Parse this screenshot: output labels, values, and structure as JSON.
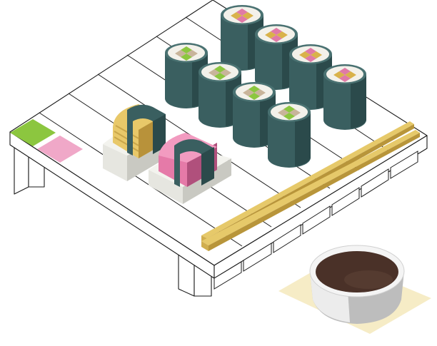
{
  "colors": {
    "board": "#ffffff",
    "board_outline": "#1a1a1a",
    "nori_front": "#3a5f60",
    "nori_side": "#2b4a4b",
    "nori_top": "#4a7272",
    "rice": "#f3f1ea",
    "filling_pink": "#e07aa6",
    "filling_gold": "#d9b24a",
    "filling_green": "#8cc63f",
    "filling_tan": "#c8b49a",
    "nigiri_rice": "#e6e6e0",
    "nigiri_rice_shade": "#c9c9c2",
    "tamago": "#e8c869",
    "tamago_shade": "#b8923a",
    "tuna": "#e57aa8",
    "tuna_shade": "#b0507c",
    "chopstick": "#e6c96a",
    "chopstick_shade": "#b8953a",
    "wasabi": "#8cc63f",
    "ginger": "#f0a8c8",
    "bowl": "#ececec",
    "bowl_shade": "#bdbdbd",
    "soy_sauce": "#4a3128",
    "mat": "#f6ecc6"
  },
  "icons": {
    "board": "geta-board",
    "maki": "maki-roll",
    "nigiri_egg": "tamago-nigiri",
    "nigiri_tuna": "tuna-nigiri",
    "chopsticks": "chopsticks",
    "bowl": "soy-sauce-bowl",
    "wasabi": "wasabi",
    "ginger": "pickled-ginger"
  }
}
